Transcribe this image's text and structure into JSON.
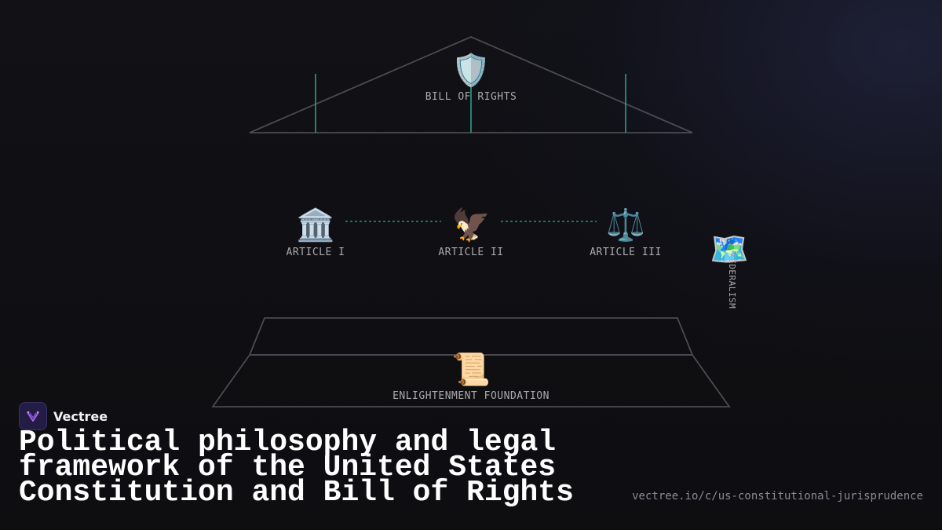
{
  "diagram": {
    "roof": {
      "label": "BILL OF RIGHTS",
      "icon": "shield-icon",
      "glyph": "🛡️"
    },
    "pillars": [
      {
        "label": "ARTICLE I",
        "icon": "classical-building-icon",
        "glyph": "🏛️"
      },
      {
        "label": "ARTICLE II",
        "icon": "eagle-icon",
        "glyph": "🦅"
      },
      {
        "label": "ARTICLE III",
        "icon": "balance-scale-icon",
        "glyph": "⚖️"
      }
    ],
    "side": {
      "label": "FEDERALISM",
      "icon": "world-map-icon",
      "glyph": "🗺️"
    },
    "foundation": {
      "label": "ENLIGHTENMENT FOUNDATION",
      "icon": "scroll-icon",
      "glyph": "📜"
    },
    "colors": {
      "outline": "#4a4a50",
      "accent_teal": "#2aa88f"
    }
  },
  "brand": {
    "name": "Vectree",
    "logo_icon": "vectree-logo-icon"
  },
  "title": "Political philosophy and legal framework of the United States Constitution and Bill of Rights",
  "url": "vectree.io/c/us-constitutional-jurisprudence"
}
